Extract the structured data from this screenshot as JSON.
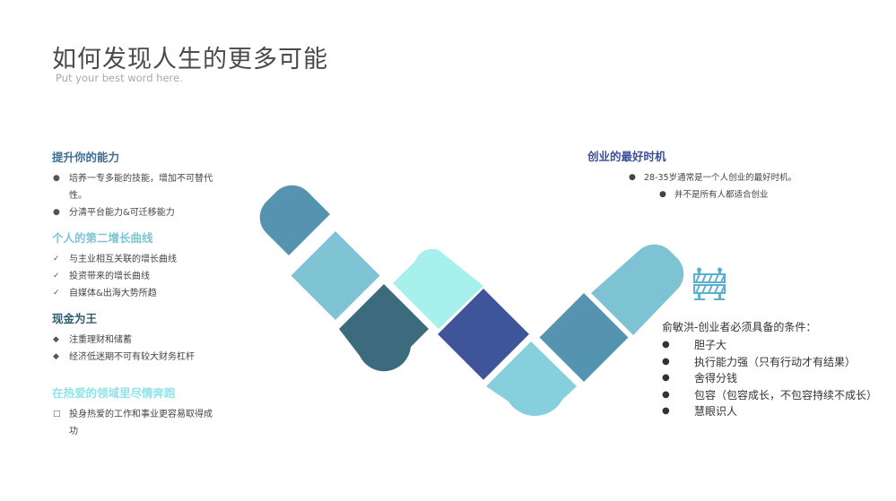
{
  "header": {
    "title": "如何发现人生的更多可能",
    "subtitle": "Put your best word here."
  },
  "left_sections": [
    {
      "title": "提升你的能力",
      "color": "#3d6f96",
      "marker": "●",
      "items": [
        "培养一专多能的技能，增加不可替代性。",
        "分清平台能力&可迁移能力"
      ]
    },
    {
      "title": "个人的第二增长曲线",
      "color": "#7ec4d4",
      "marker": "✓",
      "items": [
        "与主业相互关联的增长曲线",
        "投资带来的增长曲线",
        "自媒体&出海大势所趋"
      ]
    },
    {
      "title": "现金为王",
      "color": "#2f5e6e",
      "marker": "◆",
      "items": [
        "注重理财和储蓄",
        "经济低迷期不可有较大财务杠杆"
      ]
    },
    {
      "title": "在热爱的领域里尽情奔跑",
      "color": "#8fe3ea",
      "marker": "□",
      "items": [
        "投身热爱的工作和事业更容易取得成功"
      ]
    }
  ],
  "right_top": {
    "title": "创业的最好时机",
    "items": [
      "28-35岁通常是一个人创业的最好时机。",
      "并不是所有人都适合创业"
    ]
  },
  "right_bottom": {
    "title": "俞敏洪-创业者必须具备的条件：",
    "items": [
      "胆子大",
      "执行能力强（只有行动才有结果）",
      "舍得分钱",
      "包容（包容成长，不包容持续不成长）",
      "慧眼识人"
    ]
  },
  "icons": {
    "barrier": "road-barrier-icon"
  },
  "colors": {
    "tile_1": "#5593b0",
    "tile_2": "#7ec4d4",
    "tile_3": "#3b6b7c",
    "tile_4": "#a8f0ec",
    "tile_5": "#3f559a",
    "tile_6": "#5594b1",
    "tile_7": "#86cfdc",
    "tile_8": "#7dc3d3",
    "icon": "#5ab1cf"
  }
}
